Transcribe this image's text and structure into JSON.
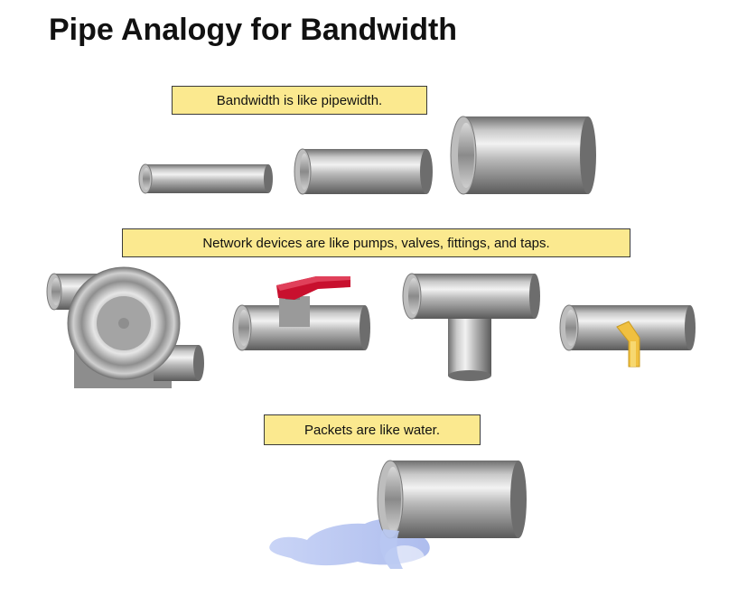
{
  "title": "Pipe Analogy for Bandwidth",
  "captions": {
    "bandwidth": "Bandwidth is like pipewidth.",
    "devices": "Network devices are like pumps, valves, fittings, and taps.",
    "packets": "Packets are like water."
  },
  "colors": {
    "caption_fill": "#fbe98f",
    "valve_handle": "#c8102e",
    "tap_spout": "#f0c040",
    "water": "#b8c8f2"
  }
}
